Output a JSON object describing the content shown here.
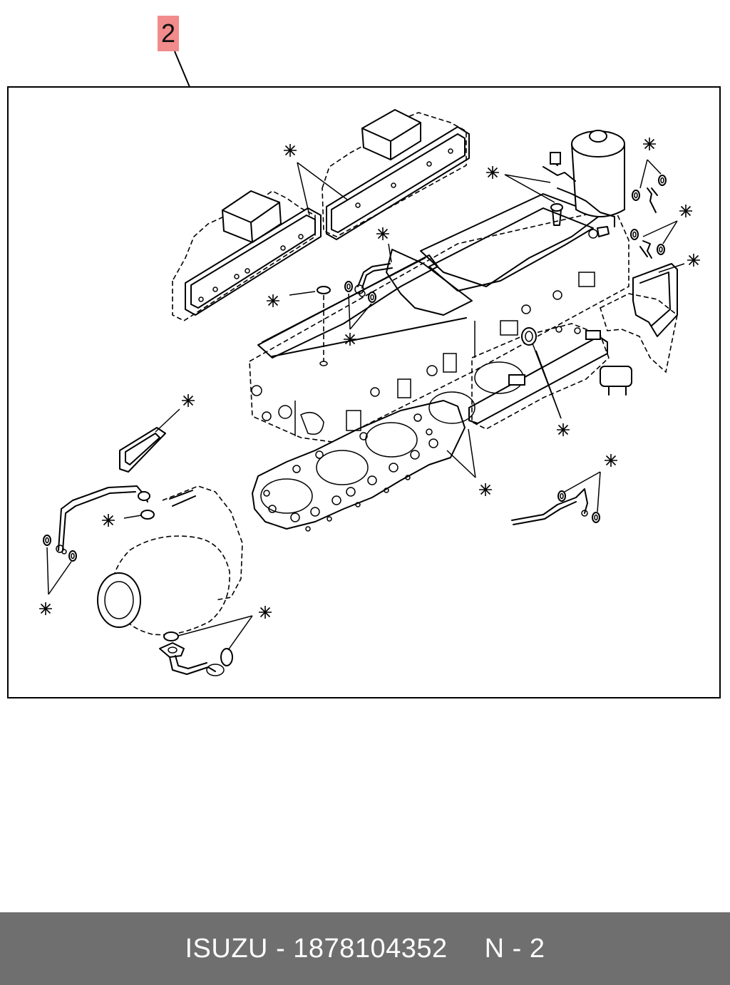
{
  "callout": {
    "number": "2"
  },
  "footer": {
    "brand": "ISUZU",
    "separator": "-",
    "part_number": "1878104352",
    "page_ref": "N - 2"
  },
  "colors": {
    "callout_bg": "#f28b8b",
    "footer_bg": "#6f6f6f",
    "footer_text": "#ffffff",
    "line": "#000000"
  },
  "legend_symbol": "asterisk-marker"
}
